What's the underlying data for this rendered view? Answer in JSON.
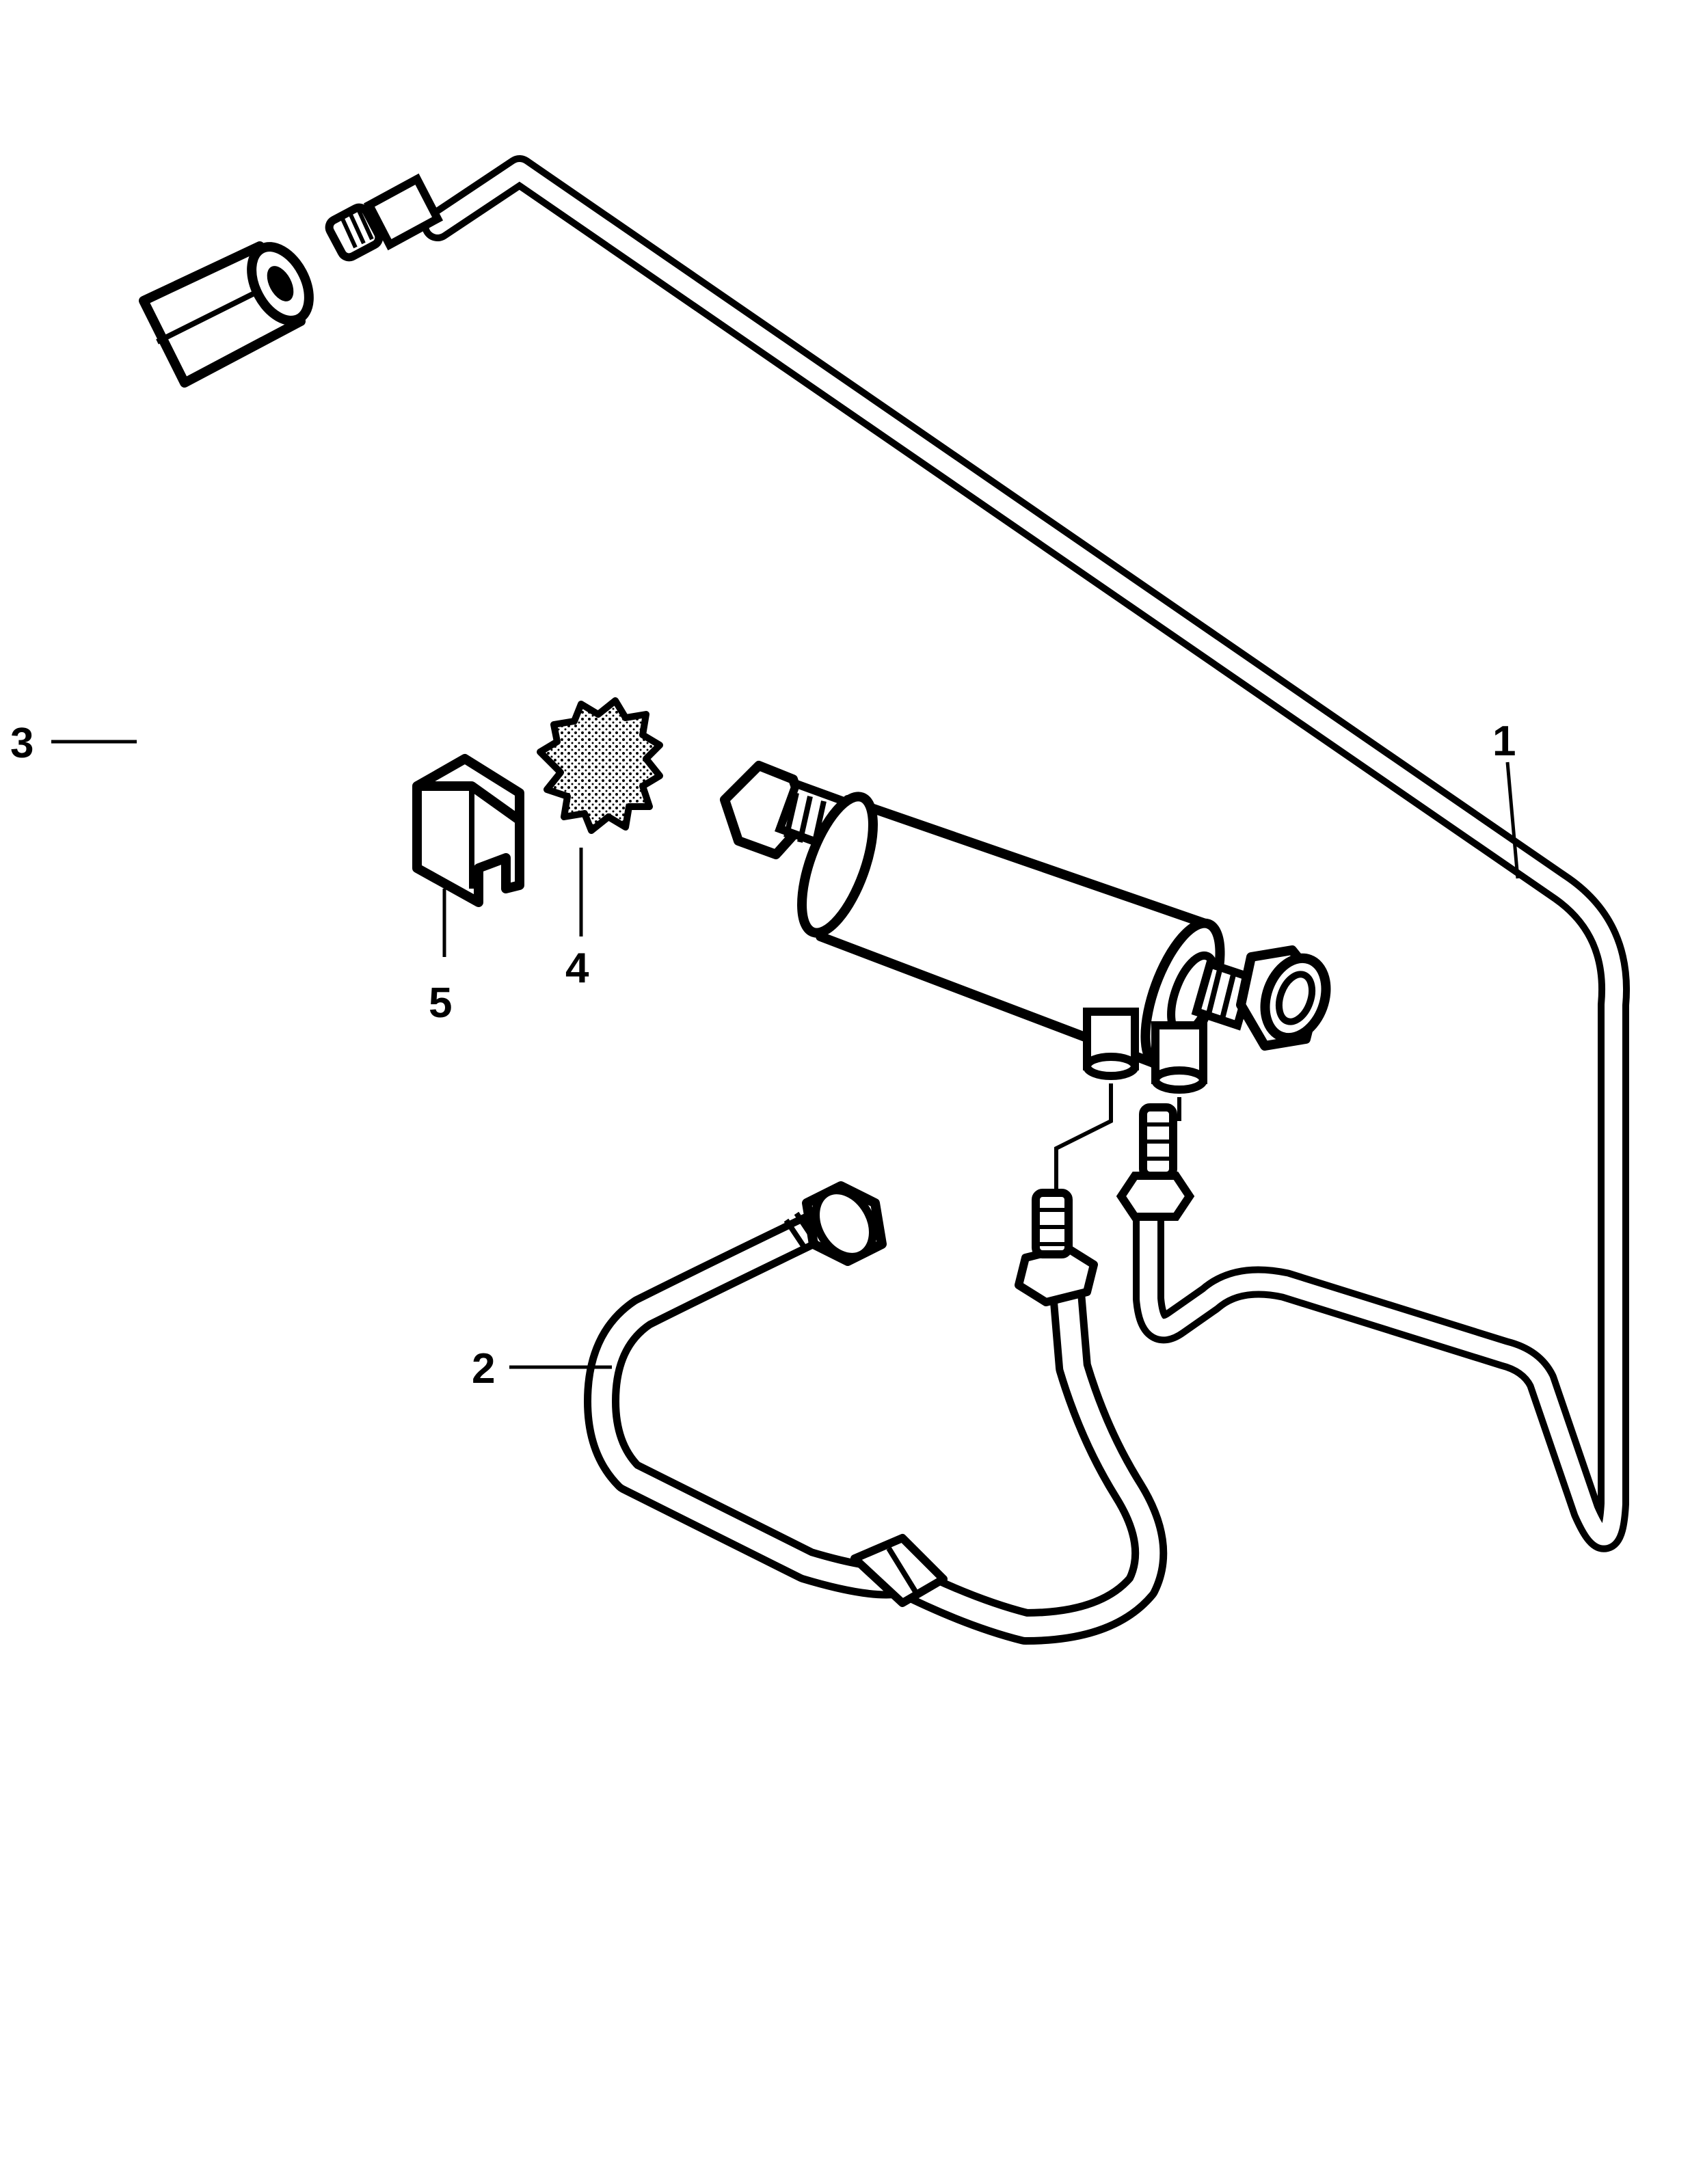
{
  "diagram": {
    "callouts": {
      "c1": "1",
      "c2": "2",
      "c3": "3",
      "c4": "4",
      "c5": "5"
    },
    "colors": {
      "line": "#000000",
      "fill": "#ffffff",
      "stipple": "#000000"
    }
  }
}
